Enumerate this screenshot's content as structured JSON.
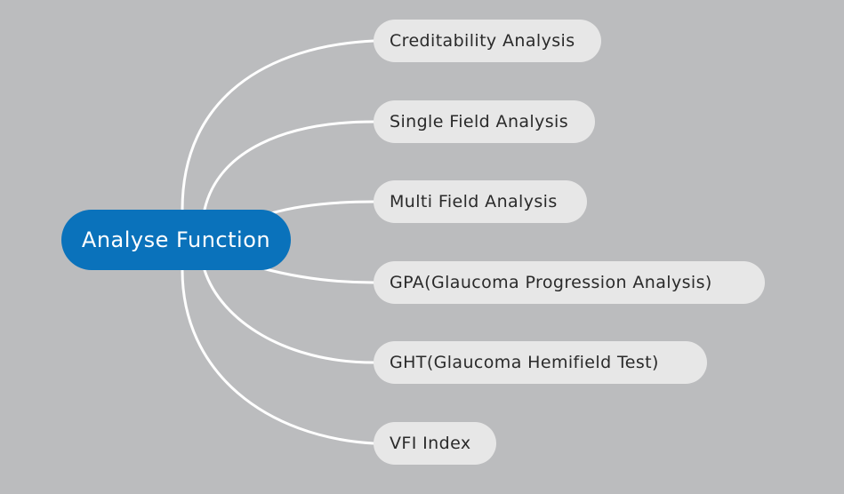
{
  "diagram": {
    "root": {
      "label": "Analyse Function"
    },
    "branches": [
      {
        "label": "Creditability Analysis"
      },
      {
        "label": "Single Field Analysis"
      },
      {
        "label": "Multi Field Analysis"
      },
      {
        "label": "GPA(Glaucoma Progression Analysis)"
      },
      {
        "label": "GHT(Glaucoma Hemifield Test)"
      },
      {
        "label": "VFI Index"
      }
    ]
  },
  "colors": {
    "background": "#bbbcbe",
    "root_fill": "#0a72bb",
    "root_text": "#ffffff",
    "branch_fill": "#e7e7e7",
    "branch_text": "#2a2a2a",
    "connector": "#ffffff"
  }
}
